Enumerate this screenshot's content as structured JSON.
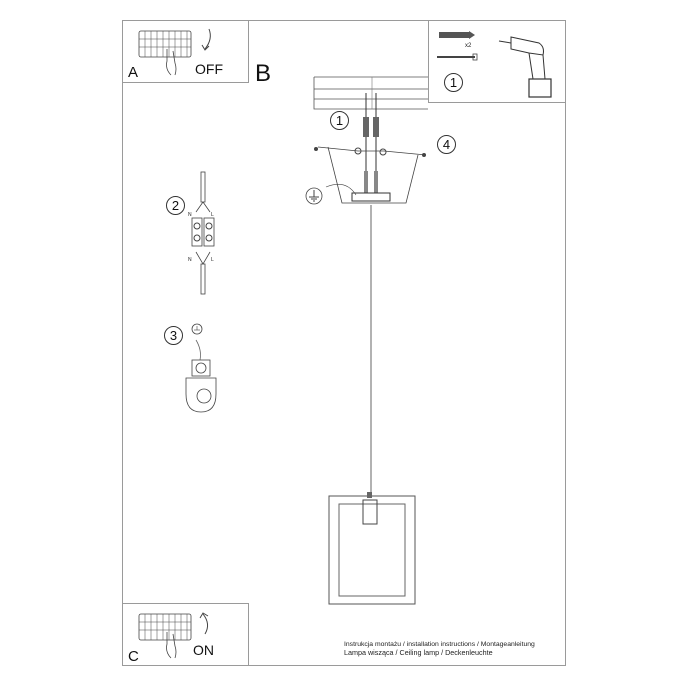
{
  "document": {
    "type": "installation-instructions",
    "panels": {
      "a": {
        "letter": "A",
        "state": "OFF",
        "icon": "breaker-switch-off"
      },
      "b": {
        "letter": "B"
      },
      "c": {
        "letter": "C",
        "state": "ON",
        "icon": "breaker-switch-on"
      }
    },
    "tools": {
      "step": "1",
      "dowel_count": "x2",
      "icons": [
        "wall-plug-icon",
        "screw-icon",
        "drill-icon"
      ]
    },
    "steps": {
      "mount_dowels": "1",
      "wiring": "2",
      "earth": "3",
      "side_screws": "4"
    },
    "wiring": {
      "neutral_top": "N",
      "live_top": "L",
      "neutral_bottom": "N",
      "live_bottom": "L"
    },
    "caption": {
      "line1": "Instrukcja montażu / installation instructions / Montageanleitung",
      "line2": "Lampa wisząca / Ceiling lamp / Deckenleuchte"
    },
    "colors": {
      "line": "#333333",
      "frame": "#9a9a9a",
      "background": "#ffffff"
    }
  }
}
